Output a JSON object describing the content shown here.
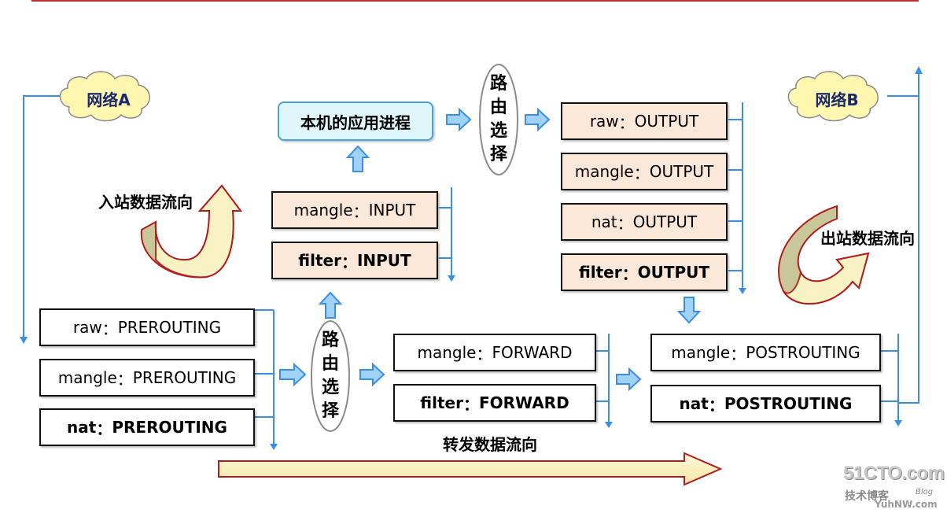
{
  "colors": {
    "top_rule": "#c0302a",
    "flow_line": "#3a8ee6",
    "block_arrow_fill": "#9fd2f5",
    "block_arrow_stroke": "#3a8ee6",
    "box_peach": "#fbe8d8",
    "box_white": "#ffffff",
    "app_box_fill": "#dff6fb",
    "cloud_fill": "#fff6b0",
    "curve_arrow_fill": "#fff7c9",
    "curve_arrow_stroke": "#b11d1d",
    "curve_arrow_shade": "#c9c79a"
  },
  "networks": {
    "a": "网络A",
    "b": "网络B"
  },
  "app_process": "本机的应用进程",
  "routing": {
    "upper": "路由选择",
    "lower": "路由选择"
  },
  "prerouting": [
    {
      "table": "raw",
      "sep": "：",
      "chain": "PREROUTING"
    },
    {
      "table": "mangle",
      "sep": "：",
      "chain": "PREROUTING"
    },
    {
      "table": "nat",
      "sep": "：",
      "chain": "PREROUTING"
    }
  ],
  "input": [
    {
      "table": "mangle",
      "sep": "：",
      "chain": "INPUT"
    },
    {
      "table": "filter",
      "sep": "：",
      "chain": "INPUT"
    }
  ],
  "output": [
    {
      "table": "raw",
      "sep": "：",
      "chain": "OUTPUT"
    },
    {
      "table": "mangle",
      "sep": "：",
      "chain": "OUTPUT"
    },
    {
      "table": "nat",
      "sep": "：",
      "chain": "OUTPUT"
    },
    {
      "table": "filter",
      "sep": "：",
      "chain": "OUTPUT"
    }
  ],
  "forward": [
    {
      "table": "mangle",
      "sep": "：",
      "chain": "FORWARD"
    },
    {
      "table": "filter",
      "sep": "：",
      "chain": "FORWARD"
    }
  ],
  "postrouting": [
    {
      "table": "mangle",
      "sep": "：",
      "chain": "POSTROUTING"
    },
    {
      "table": "nat",
      "sep": "：",
      "chain": "POSTROUTING"
    }
  ],
  "flow_labels": {
    "inbound": "入站数据流向",
    "outbound": "出站数据流向",
    "forward": "转发数据流向"
  },
  "watermark": {
    "site": "51CTO.com",
    "sub": "技术博客",
    "blog": "Blog",
    "mark": "YuhNW.com"
  }
}
